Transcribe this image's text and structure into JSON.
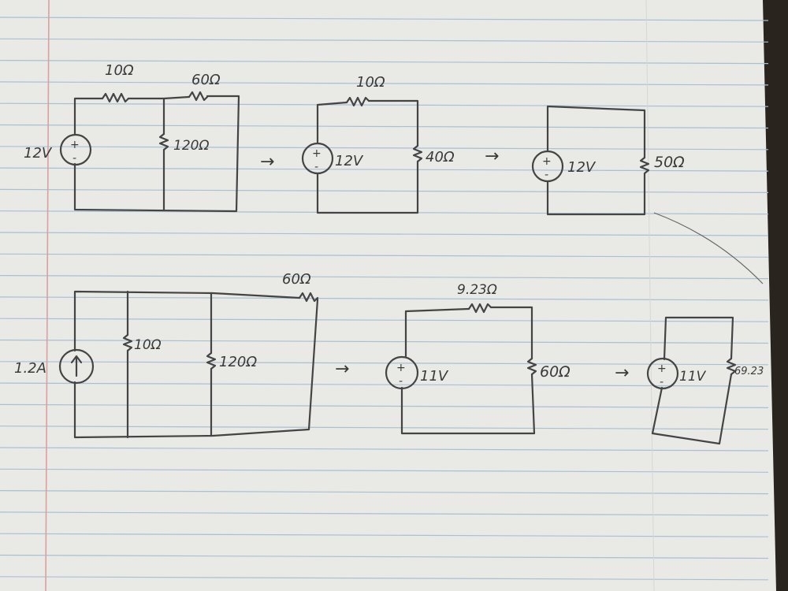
{
  "colors": {
    "paper": "#e9eae6",
    "rule_line": "#a9bfd4",
    "margin_line": "#d9a0a0",
    "ink": "#444444",
    "background": "#2a241f"
  },
  "top_row": {
    "circuit1": {
      "source": "12V",
      "r_series": "10Ω",
      "r_series2": "60Ω",
      "r_parallel": "120Ω"
    },
    "arrow1": "→",
    "circuit2": {
      "source": "12V",
      "r_series": "10Ω",
      "r_load": "40Ω"
    },
    "arrow2": "→",
    "circuit3": {
      "source": "12V",
      "r_load": "50Ω"
    }
  },
  "bottom_row": {
    "circuit4": {
      "source": "1.2A",
      "r1": "10Ω",
      "r2": "120Ω",
      "r3": "60Ω"
    },
    "arrow3": "→",
    "circuit5": {
      "source": "11V",
      "r_series": "9.23Ω",
      "r_load": "60Ω"
    },
    "arrow4": "→",
    "circuit6": {
      "source": "11V",
      "r_load": "69.23"
    }
  },
  "source_symbols": {
    "plus": "+",
    "minus": "-"
  }
}
